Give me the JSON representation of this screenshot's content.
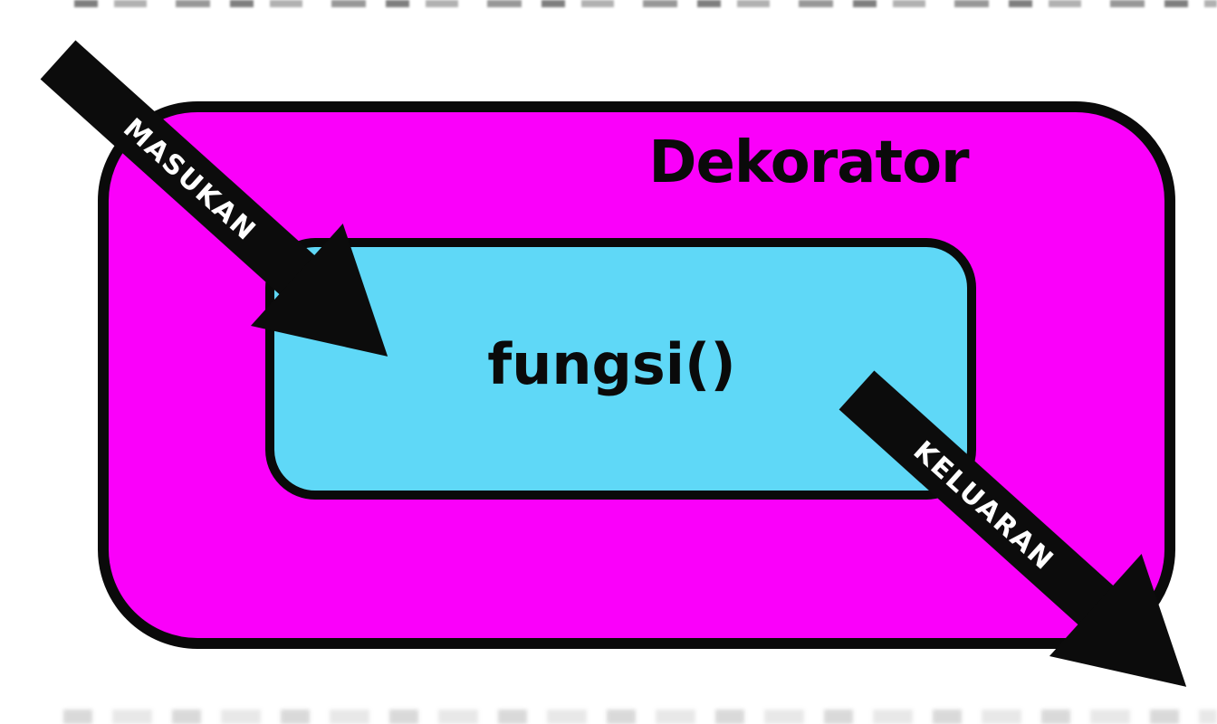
{
  "diagram": {
    "title": "Decorator wrapping diagram",
    "background_color": "#ffffff",
    "outer_box": {
      "label": "Dekorator",
      "fill": "#fa00fa",
      "border_color": "#0a0a0a",
      "label_color": "#0a0a0a"
    },
    "inner_box": {
      "label": "fungsi()",
      "fill": "#5fd8f7",
      "border_color": "#0a0a0a",
      "label_color": "#0a0a0a"
    },
    "arrows": [
      {
        "label": "MASUKAN",
        "meaning": "input entering the decorator toward fungsi()",
        "direction": "from top-left into inner box",
        "color": "#0c0c0c",
        "text_color": "#ffffff"
      },
      {
        "label": "KELUARAN",
        "meaning": "output leaving fungsi() out of the decorator",
        "direction": "from inner box toward bottom-right outside",
        "color": "#0c0c0c",
        "text_color": "#ffffff"
      }
    ]
  }
}
